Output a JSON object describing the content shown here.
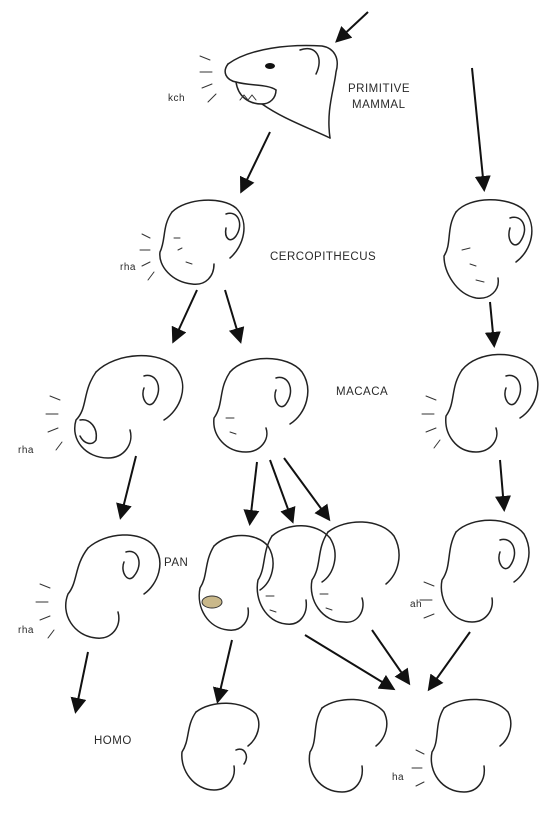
{
  "taxa": {
    "primitive_mammal_line1": "PRIMITIVE",
    "primitive_mammal_line2": "MAMMAL",
    "cercopithecus": "CERCOPITHECUS",
    "macaca": "MACACA",
    "pan": "PAN",
    "homo": "HOMO"
  },
  "sounds": {
    "primitive": "kch",
    "cercopithecus": "rha",
    "macaca": "rha",
    "pan": "rha",
    "right_pan": "ah",
    "homo": "ha"
  }
}
